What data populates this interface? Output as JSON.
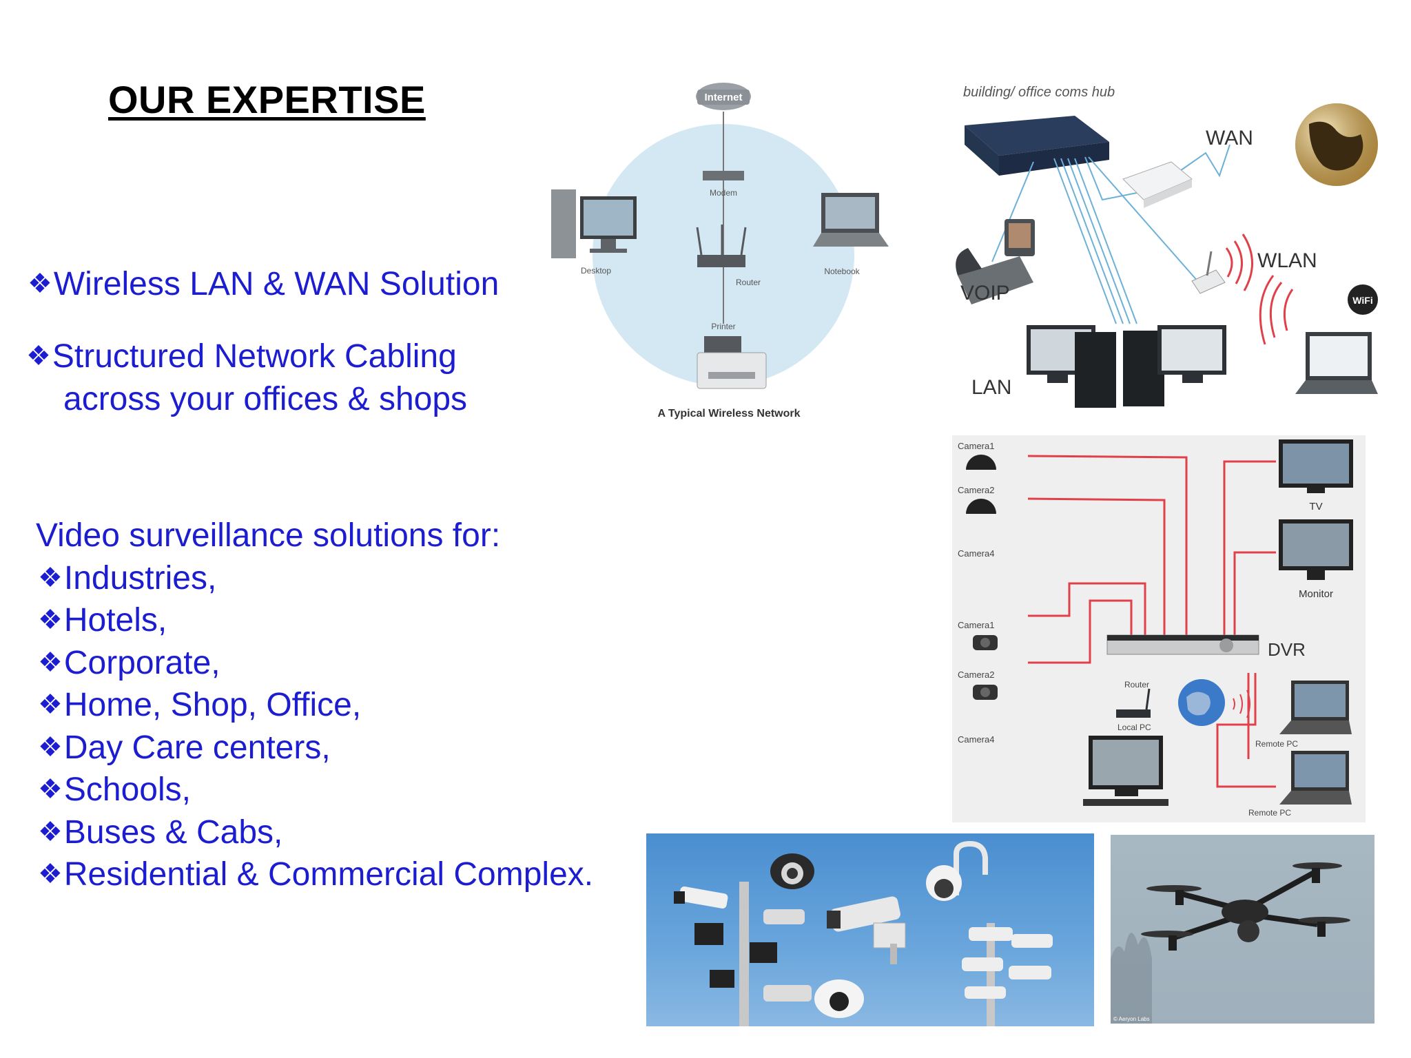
{
  "title": "OUR EXPERTISE",
  "bullet_symbol": "❖",
  "networking": [
    {
      "line1": "Wireless LAN & WAN Solution"
    },
    {
      "line1": "Structured Network Cabling",
      "line2": "across your offices & shops"
    }
  ],
  "video": {
    "heading": "Video surveillance solutions for:",
    "items": [
      "Industries,",
      "Hotels,",
      "Corporate,",
      "Home, Shop, Office,",
      "Day Care centers,",
      "Schools,",
      "Buses & Cabs,",
      "Residential & Commercial Complex."
    ]
  },
  "wireless_diagram": {
    "internet": "Internet",
    "modem": "Modem",
    "desktop": "Desktop",
    "router": "Router",
    "notebook": "Notebook",
    "printer": "Printer",
    "caption": "A Typical Wireless Network"
  },
  "network_diagram": {
    "hub": "building/ office coms hub",
    "wan": "WAN",
    "wlan": "WLAN",
    "voip": "VOIP",
    "lan": "LAN",
    "wifi": "WiFi"
  },
  "dvr_diagram": {
    "camera1a": "Camera1",
    "camera2a": "Camera2",
    "camera4a": "Camera4",
    "tv": "TV",
    "monitor": "Monitor",
    "camera1b": "Camera1",
    "camera2b": "Camera2",
    "camera4b": "Camera4",
    "dvr": "DVR",
    "router": "Router",
    "local_pc": "Local PC",
    "remote_pc1": "Remote PC",
    "remote_pc2": "Remote PC"
  },
  "drone_watermark": "© Aeryon Labs",
  "colors": {
    "text_blue": "#1c1cd0",
    "sky_blue": "#5a9bd8",
    "diagram_red": "#e0404a",
    "wifi_circle": "#d4e8f4"
  }
}
